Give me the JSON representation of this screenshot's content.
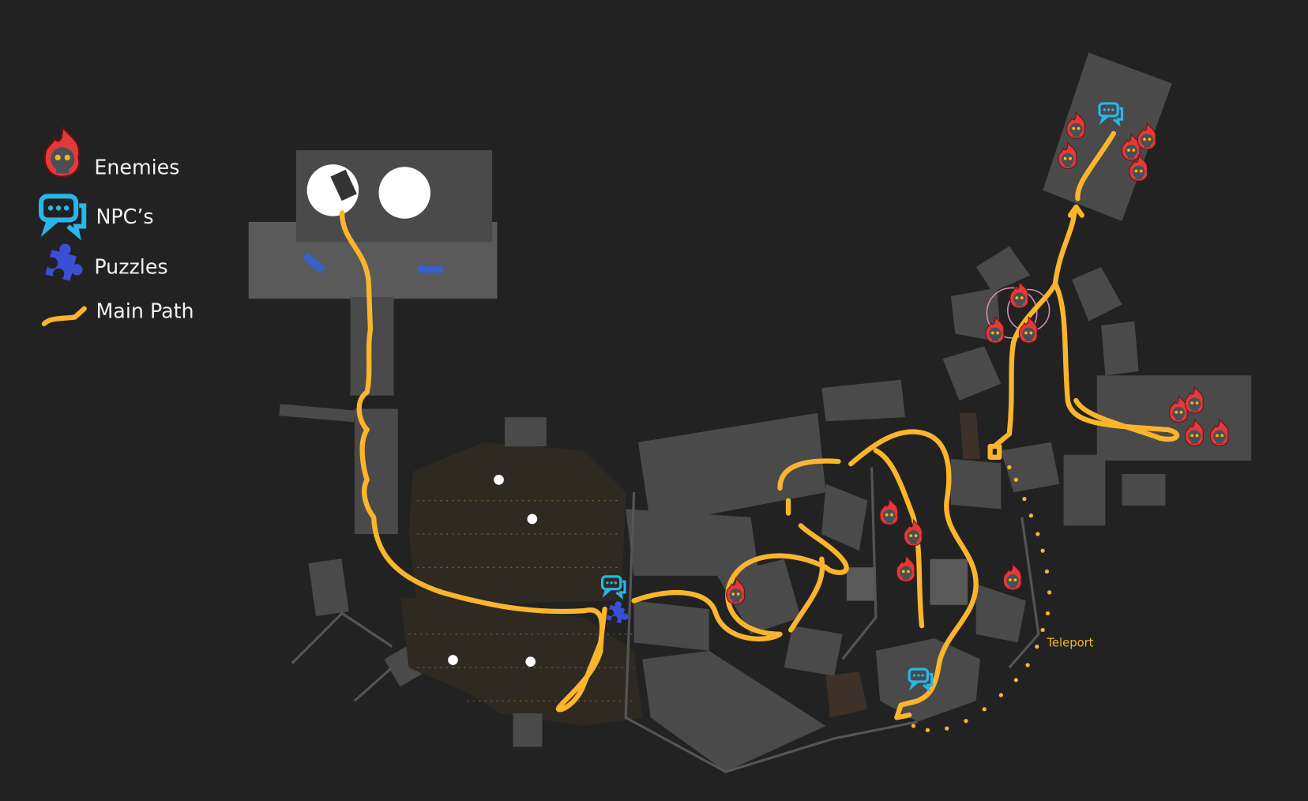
{
  "legend": {
    "items": [
      {
        "label": "Enemies",
        "icon": "enemy-skull-flame-icon"
      },
      {
        "label": "NPC’s",
        "icon": "npc-speech-bubble-icon"
      },
      {
        "label": "Puzzles",
        "icon": "puzzle-piece-icon"
      },
      {
        "label": "Main Path",
        "icon": "main-path-line-icon"
      }
    ]
  },
  "map": {
    "teleport_label": "Teleport",
    "enemy_count": 17,
    "npc_count": 3,
    "puzzle_count": 1
  },
  "colors": {
    "background": "#222222",
    "building": "#4a4a4a",
    "main_path": "#fbb52d",
    "enemy": "#e23a3a",
    "npc": "#29b6e8",
    "puzzle": "#3a4fd6"
  }
}
